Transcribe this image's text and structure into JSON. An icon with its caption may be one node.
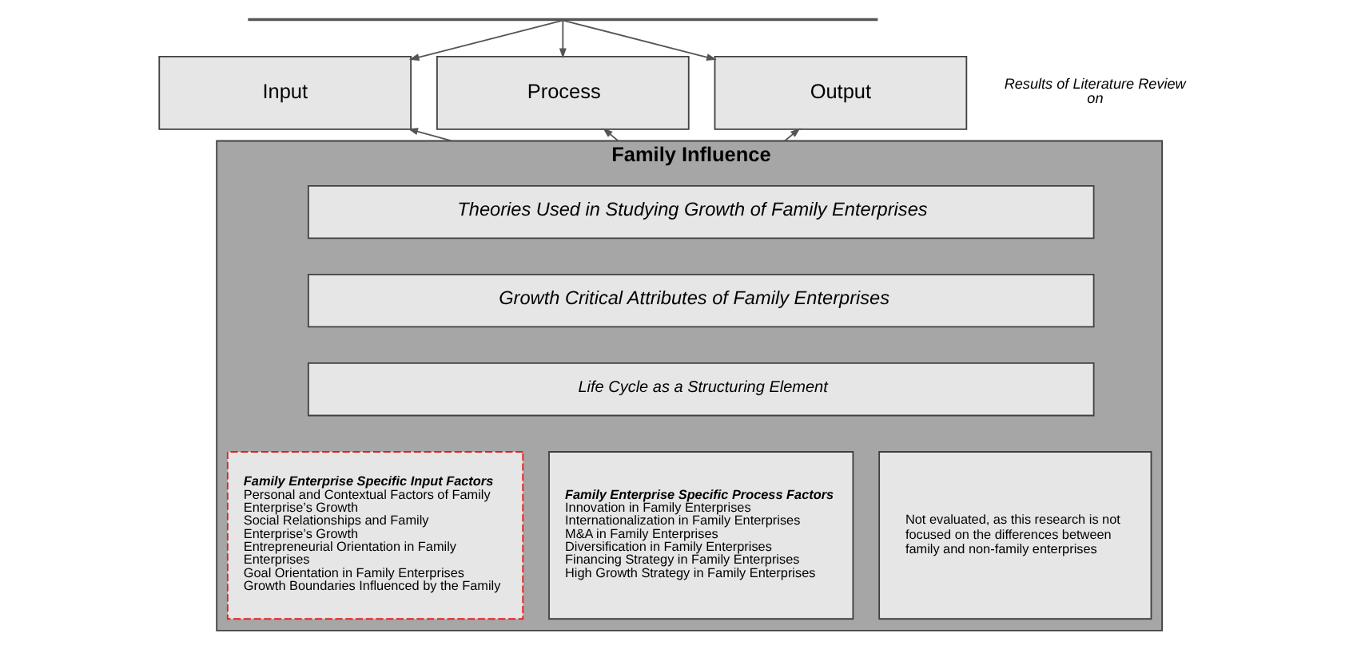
{
  "diagram": {
    "nodes": [
      {
        "text": [],
        "shape": "bar"
      },
      {
        "text": [
          "Input"
        ]
      },
      {
        "text": [
          "Process"
        ]
      },
      {
        "text": [
          "Output"
        ]
      },
      {
        "text": [
          "Family Influence"
        ]
      },
      {
        "text": [
          "Theories Used in Studying Growth of Family Enterprises"
        ],
        "in": 4
      },
      {
        "text": [
          "Growth Critical Attributes of Family Enterprises"
        ],
        "in": 4
      },
      {
        "text": [
          "Life Cycle as a Structuring Element"
        ],
        "in": 4
      },
      {
        "text": [
          "Family Enterprise Specific Input Factors",
          "Personal and Contextual Factors of Family Enterprise’s Growth",
          "Social Relationships and Family Enterprise’s Growth",
          "Entrepreneurial Orientation in Family Enterprises",
          "Goal Orientation in Family Enterprises",
          "Growth Boundaries Influenced by the Family"
        ],
        "in": 4
      },
      {
        "text": [
          "Family Enterprise Specific Process Factors",
          "Innovation in Family Enterprises",
          "Internationalization in Family Enterprises",
          "M&A in Family Enterprises",
          "Diversification in Family Enterprises",
          "Financing Strategy in Family Enterprises",
          "High Growth Strategy in Family Enterprises"
        ],
        "in": 4
      },
      {
        "text": [
          "Not evaluated, as this research is not focused on the differences between family and non-family enterprises"
        ],
        "in": 4
      }
    ],
    "edges": [
      {
        "from": 0,
        "to": 1,
        "arrow": "to"
      },
      {
        "from": 0,
        "to": 2,
        "arrow": "to"
      },
      {
        "from": 0,
        "to": 3,
        "arrow": "to"
      },
      {
        "from": 4,
        "to": 1,
        "arrow": "to"
      },
      {
        "from": 4,
        "to": 2,
        "arrow": "to"
      },
      {
        "from": 4,
        "to": 3,
        "arrow": "to"
      }
    ],
    "labels": [
      "Results of Literature Review on"
    ]
  }
}
